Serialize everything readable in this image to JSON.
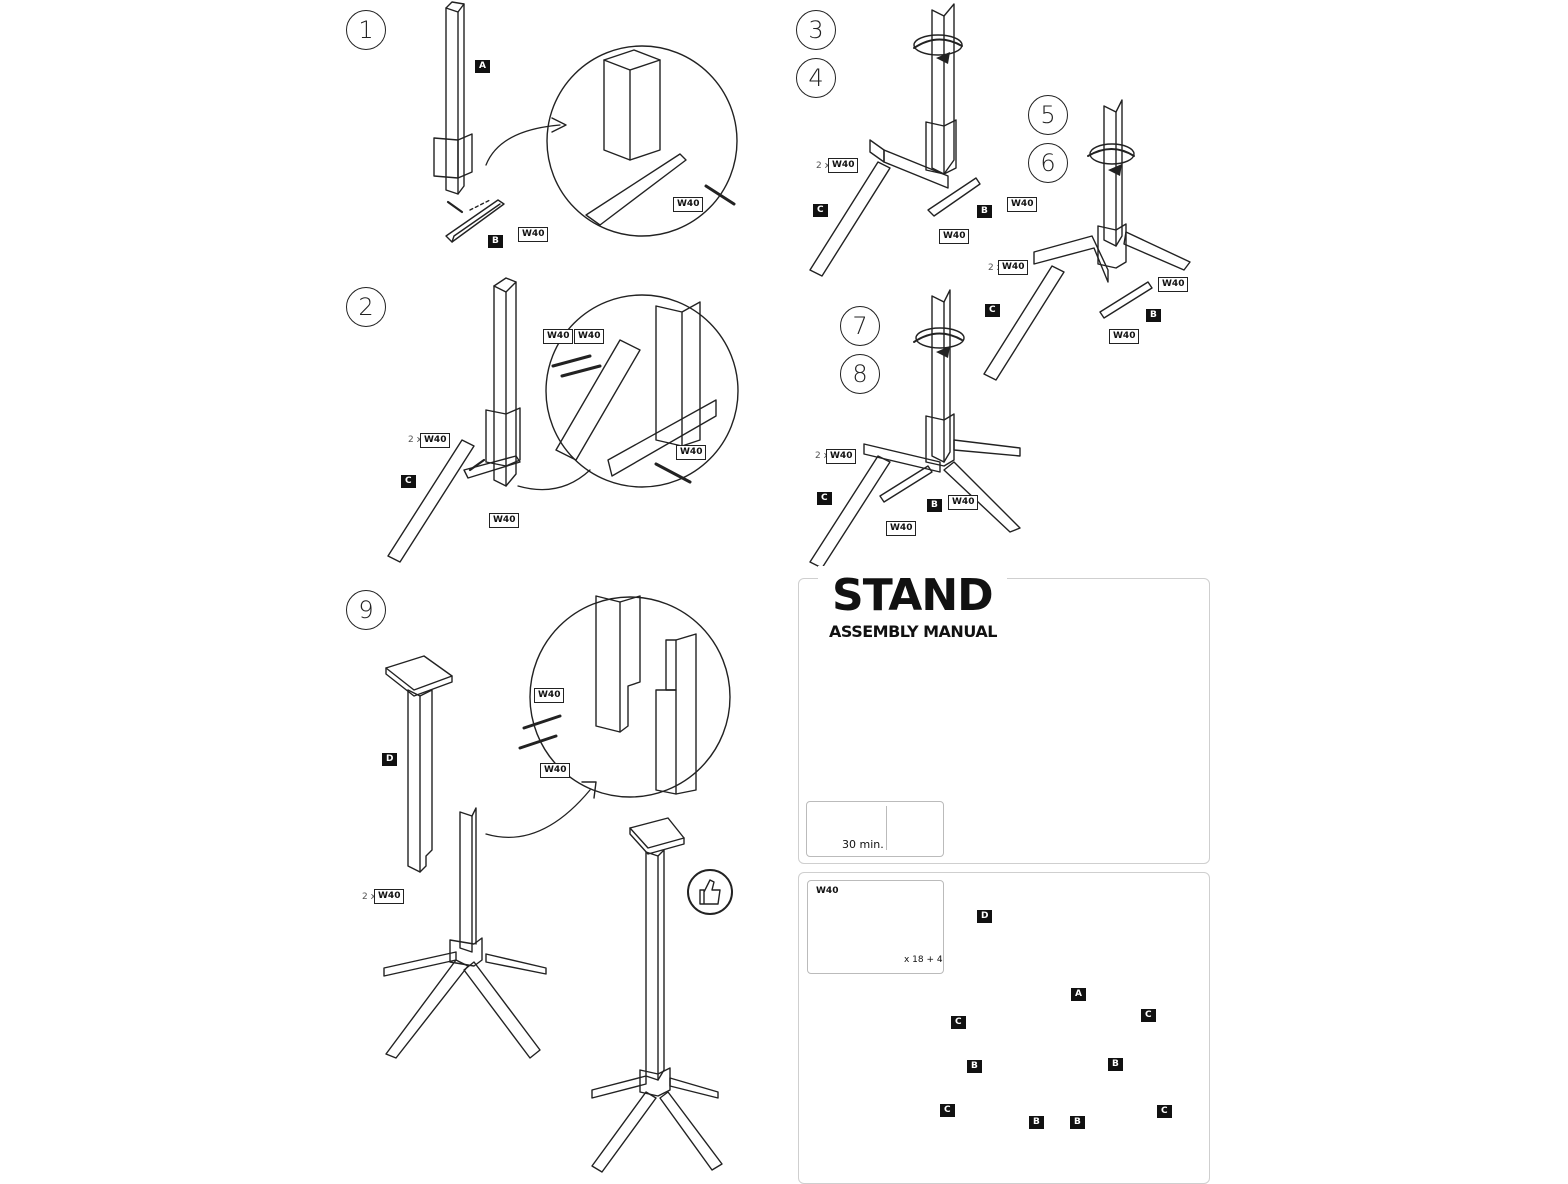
{
  "manual": {
    "title": "STAND",
    "subtitle": "ASSEMBLY MANUAL",
    "time_label": "30 min.",
    "screw": {
      "code": "W40",
      "quantity": "x 18 + 4"
    }
  },
  "steps": [
    "1",
    "2",
    "3",
    "4",
    "5",
    "6",
    "7",
    "8",
    "9"
  ],
  "labels": {
    "A": "A",
    "B": "B",
    "C": "C",
    "D": "D",
    "W40": "W40",
    "qty2": "2 x"
  },
  "icons": [
    "person-icon",
    "clock-icon",
    "screwdriver-icon",
    "thumbs-up-icon"
  ]
}
